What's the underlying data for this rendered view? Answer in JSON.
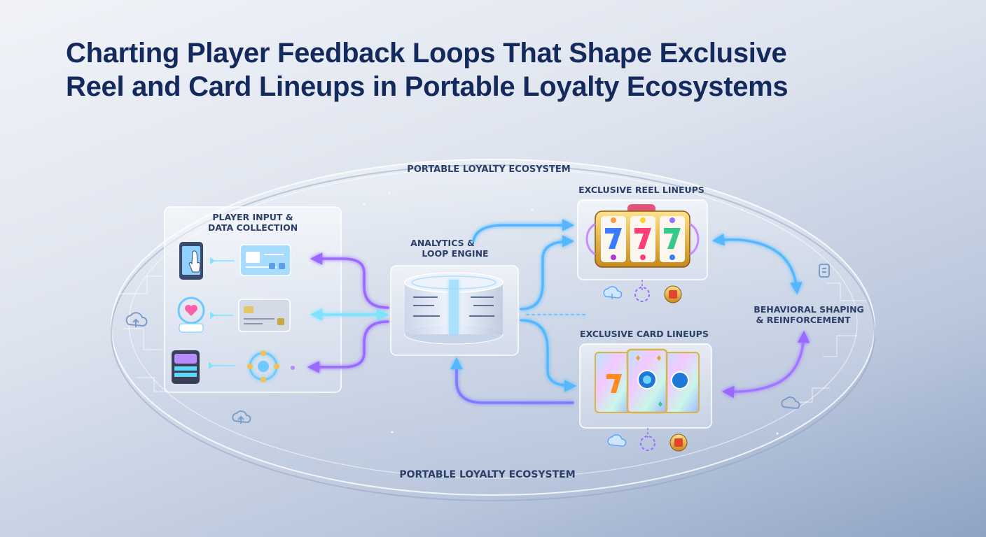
{
  "title": {
    "line1": "Charting Player Feedback Loops That Shape Exclusive",
    "line2": "Reel and Card Lineups in Portable Loyalty Ecosystems"
  },
  "ecosystem": {
    "top_label": "PORTABLE LOYALTY ECOSYSTEM",
    "bottom_label": "PORTABLE LOYALTY ECOSYSTEM"
  },
  "input_panel": {
    "title_line1": "PLAYER INPUT &",
    "title_line2": "DATA COLLECTION"
  },
  "engine": {
    "title_line1": "ANALYTICS &",
    "title_line2": "LOOP ENGINE"
  },
  "reel": {
    "title": "EXCLUSIVE REEL LINEUPS"
  },
  "card": {
    "title": "EXCLUSIVE CARD LINEUPS"
  },
  "behavior": {
    "title_line1": "BEHAVIORAL SHAPING",
    "title_line2": "& REINFORCEMENT"
  },
  "colors": {
    "title": "#152a5c",
    "flow_blue": "#54b8ff",
    "flow_violet": "#9a6bff",
    "flow_cyan": "#7fe3ff",
    "panel_border": "#ffffff"
  }
}
